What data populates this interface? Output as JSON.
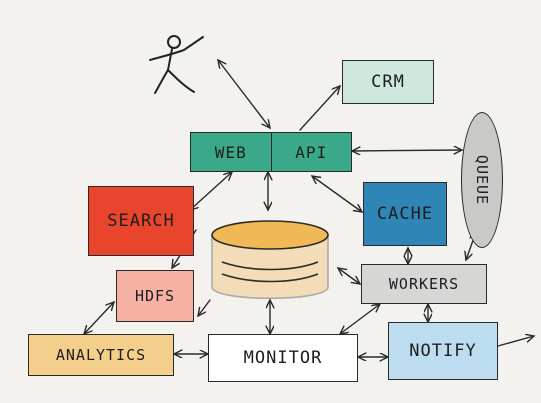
{
  "nodes": {
    "crm": {
      "label": "CRM",
      "color": "#cfe8dd"
    },
    "web": {
      "label": "WEB",
      "color": "#3aa98a"
    },
    "api": {
      "label": "API",
      "color": "#3aa98a"
    },
    "search": {
      "label": "SEARCH",
      "color": "#e8452c"
    },
    "cache": {
      "label": "CACHE",
      "color": "#2f86b6"
    },
    "queue": {
      "label": "QUEUE",
      "color": "#c9c9c7"
    },
    "hdfs": {
      "label": "HDFS",
      "color": "#f6b0a4"
    },
    "workers": {
      "label": "WORKERS",
      "color": "#d6d6d4"
    },
    "analytics": {
      "label": "ANALYTICS",
      "color": "#f4cf8c"
    },
    "monitor": {
      "label": "MONITOR",
      "color": "#ffffff"
    },
    "notify": {
      "label": "NOTIFY",
      "color": "#bcdcef"
    },
    "database": {
      "color": "#f1b955"
    }
  },
  "ink_color": "#2a2a2a"
}
